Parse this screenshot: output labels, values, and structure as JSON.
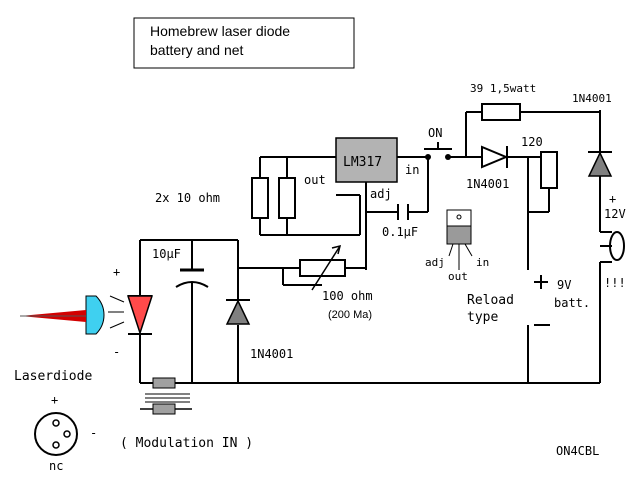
{
  "title": {
    "line1": "Homebrew laser diode",
    "line2": "battery and net"
  },
  "labels": {
    "regulator": "LM317",
    "reg_out": "out",
    "reg_in": "in",
    "reg_adj": "adj",
    "resistors_out": "2x 10 ohm",
    "cap_adj": "0.1µF",
    "cap_main": "10µF",
    "pot": "100 ohm",
    "pot_current": "(200 Ma)",
    "diode_left": "1N4001",
    "diode_mid": "1N4001",
    "diode_right": "1N4001",
    "switch": "ON",
    "res_series": "39 1,5watt",
    "res_shunt": "120",
    "plus_12v": "+",
    "v12": "12V",
    "warn": "!!!",
    "battery": "9V",
    "battery_word": "batt.",
    "reload": "Reload",
    "reload2": "type",
    "pkg_adj": "adj",
    "pkg_out": "out",
    "pkg_in": "in",
    "laser_plus": "+",
    "laser_minus": "-",
    "laserdiode": "Laserdiode",
    "pin_plus": "+",
    "pin_minus": "-",
    "pin_nc": "nc",
    "modulation": "( Modulation IN )",
    "callsign": "ON4CBL"
  },
  "colors": {
    "laser_diode": "#ff4a4a",
    "lens": "#3fd0f0",
    "regulator": "#b3b3b3",
    "diode": "#808080",
    "beam": "#d20000"
  }
}
